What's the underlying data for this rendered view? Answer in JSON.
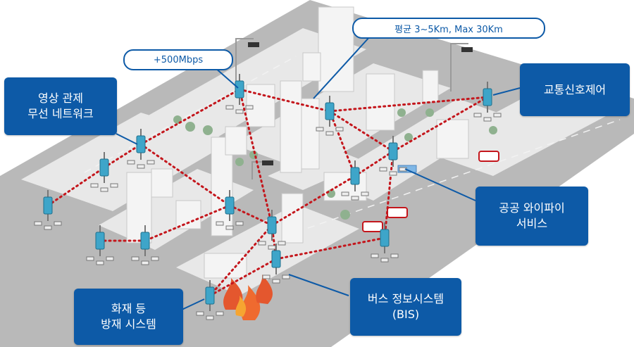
{
  "callouts": {
    "video": "영상 관제\n무선 네트워크",
    "traffic": "교통신호제어",
    "wifi": "공공 와이파이\n서비스",
    "bus": "버스 정보시스템\n(BIS)",
    "fire": "화재 등\n방재 시스템"
  },
  "pills": {
    "bandwidth": "+500Mbps",
    "range": "평균 3~5Km, Max 30Km"
  },
  "colors": {
    "callout": "#0d5aa7",
    "link": "#c4161c",
    "road": "#b3b3b3",
    "block": "#e6e6e6",
    "node": "#3ea5c9",
    "tree": "#8fb18f"
  }
}
